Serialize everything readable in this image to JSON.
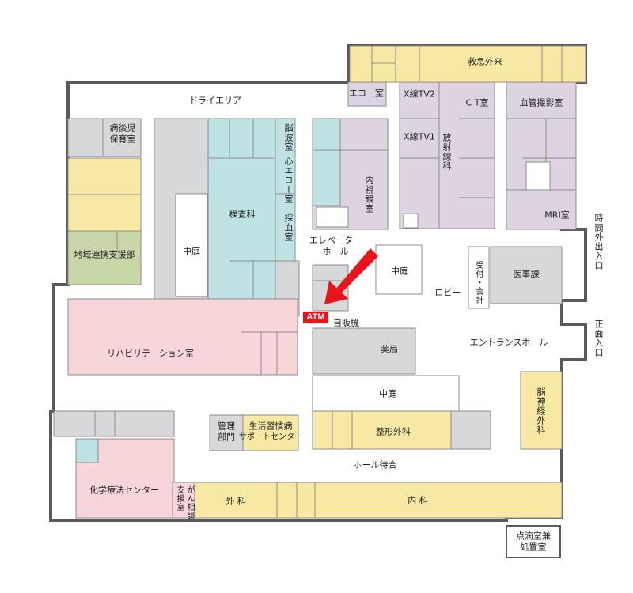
{
  "colors": {
    "wall": "#5a5a5a",
    "pink": "#f6d6d8",
    "cyan": "#bfe3e2",
    "lavender": "#ddd3e1",
    "yellow": "#f7e8a4",
    "green": "#c8d7a7",
    "gray": "#d7d8d9",
    "arrow": "#e8151d"
  },
  "labels": {
    "emergency": "救急外来",
    "echo": "エコー室",
    "xray_tv2": "X線TV2",
    "ct": "C T室",
    "angio": "血管撮影室",
    "dry_area": "ドライエリア",
    "sick_child_1": "病後児",
    "sick_child_2": "保育室",
    "eeg": "脳波室",
    "cardio_echo": "心エコー室",
    "xray_tv1": "X線TV1",
    "radiology": "放射線科",
    "endoscopy": "内視鏡室",
    "lab": "検査科",
    "blood_draw": "採血室",
    "mri": "MRI室",
    "after_hours": "時間外出入口",
    "regional": "地域連携支援部",
    "courtyard_1": "中庭",
    "elevator_hall_1": "エレベーター",
    "elevator_hall_2": "ホール",
    "courtyard_2": "中庭",
    "reception": "受付・会計",
    "lobby": "ロビー",
    "medical_affairs": "医事課",
    "vending": "自販機",
    "atm": "ATM",
    "main_entrance": "正面入口",
    "rehab": "リハビリテーション室",
    "pharmacy": "薬局",
    "entrance_hall": "エントランスホール",
    "courtyard_3": "中庭",
    "neurosurgery": "脳神経外科",
    "admin_1": "管理",
    "admin_2": "部門",
    "lifestyle_1": "生活習慣病",
    "lifestyle_2": "サポートセンター",
    "orthopedics": "整形外科",
    "waiting_hall": "ホール待合",
    "chemo": "化学療法センター",
    "cancer_support_1": "支援室",
    "cancer_support_2": "がん相談",
    "surgery": "外 科",
    "internal": "内 科",
    "infusion_1": "点滴室兼",
    "infusion_2": "処置室"
  }
}
